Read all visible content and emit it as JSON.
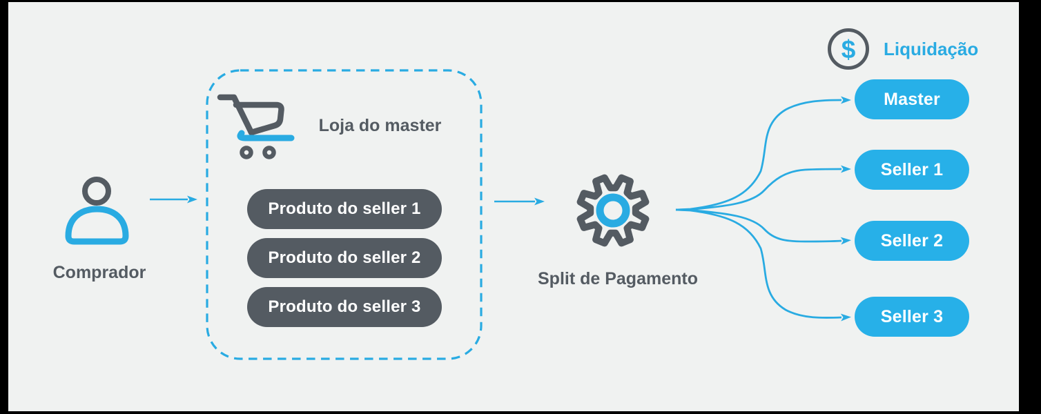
{
  "palette": {
    "accent_blue": "#29abe2",
    "pill_blue": "#27b0e8",
    "dark_gray": "#545b62",
    "canvas_background": "#f0f2f1",
    "frame_black": "#000000",
    "pill_text": "#ffffff"
  },
  "buyer": {
    "label": "Comprador",
    "icon": "user-icon"
  },
  "store": {
    "label": "Loja do master",
    "icon": "cart-icon",
    "products": [
      "Produto do seller 1",
      "Produto do seller 2",
      "Produto do seller 3"
    ]
  },
  "split": {
    "label": "Split de Pagamento",
    "icon": "gear-icon"
  },
  "settlement": {
    "label": "Liquidação",
    "symbol": "$",
    "icon": "dollar-circle-icon",
    "recipients": [
      "Master",
      "Seller 1",
      "Seller 2",
      "Seller 3"
    ]
  }
}
